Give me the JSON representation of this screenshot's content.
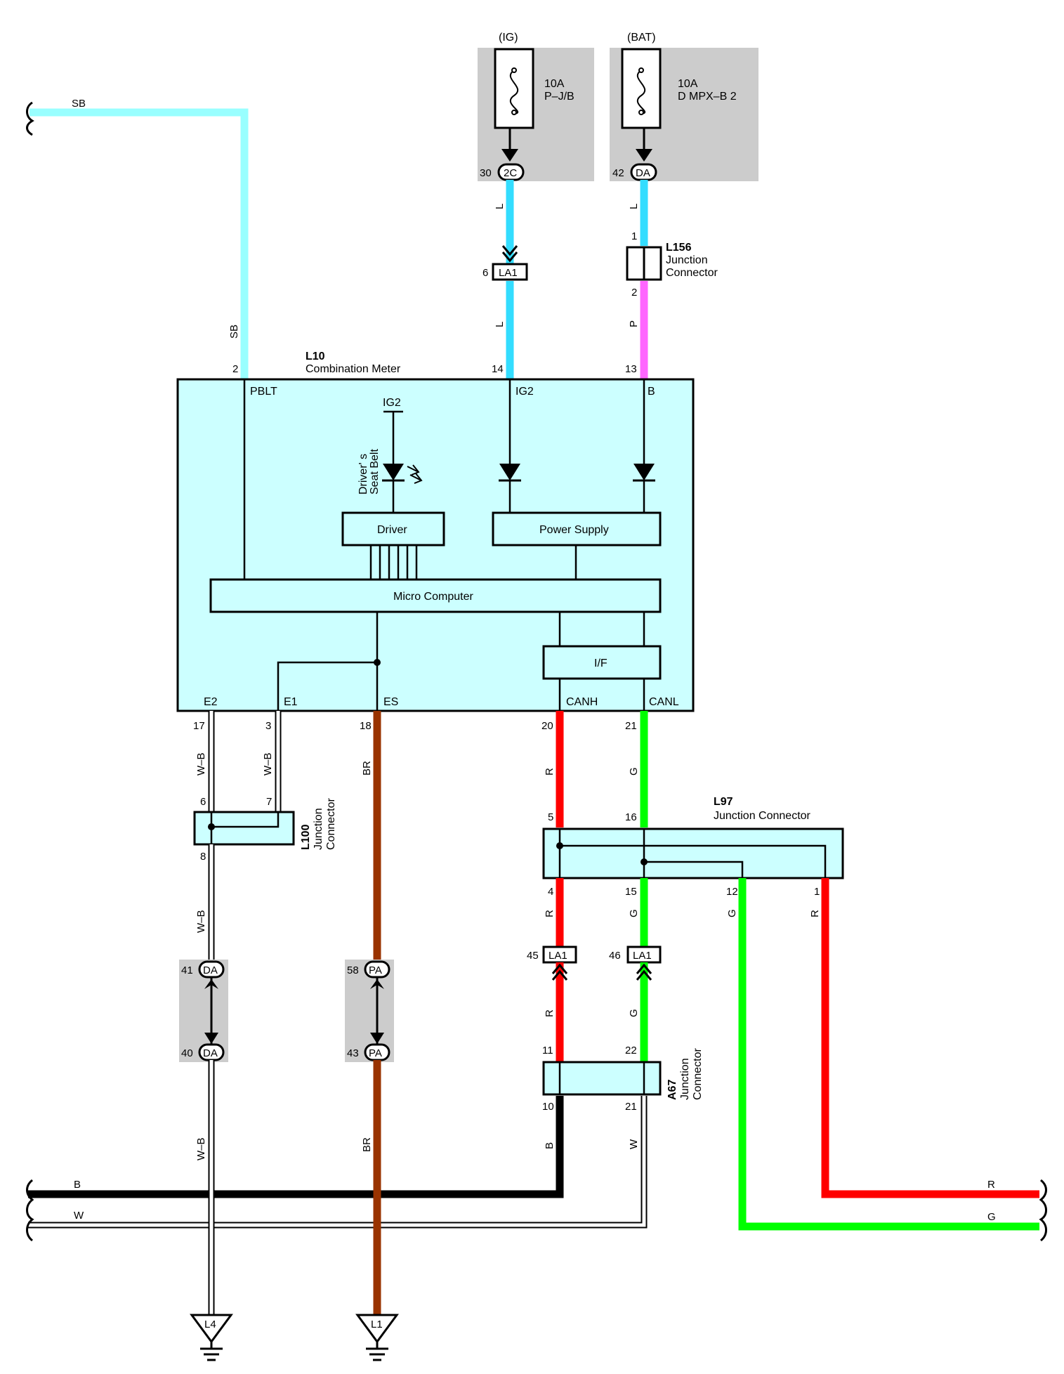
{
  "fuses": [
    {
      "supply": "(IG)",
      "rating": "10A",
      "name": "P–J/B",
      "pin": "30",
      "connector": "2C",
      "wire_color": "L"
    },
    {
      "supply": "(BAT)",
      "rating": "10A",
      "name": "D MPX–B 2",
      "pin": "42",
      "connector": "DA",
      "wire_color": "L"
    }
  ],
  "connector_la1_top": {
    "pin": "6",
    "label": "LA1",
    "wire_color": "L"
  },
  "junction_l156": {
    "id": "L156",
    "name_line1": "Junction",
    "name_line2": "Connector",
    "pin_in": "1",
    "pin_out": "2",
    "wire_color": "P"
  },
  "meter": {
    "id": "L10",
    "name": "Combination Meter",
    "terminals": {
      "pblt": "PBLT",
      "ig2": "IG2",
      "b": "B",
      "e2": "E2",
      "e1": "E1",
      "es": "ES",
      "canh": "CANH",
      "canl": "CANL"
    },
    "pins": {
      "pblt": "2",
      "ig2": "14",
      "b": "13",
      "e2": "17",
      "e1": "3",
      "es": "18",
      "canh": "20",
      "canl": "21"
    },
    "indicator_supply": "IG2",
    "indicator_label_1": "Driver' s",
    "indicator_label_2": "Seat Belt",
    "blocks": {
      "driver": "Driver",
      "power_supply": "Power Supply",
      "micro": "Micro Computer",
      "interface": "I/F"
    }
  },
  "wires": {
    "sb_top": "SB",
    "sb_vertical": "SB",
    "e2_color": "W–B",
    "e1_color": "W–B",
    "es_color": "BR",
    "canh_color": "R",
    "canl_color": "G",
    "l100_out_color": "W–B",
    "l97_4_color": "R",
    "l97_15_color": "G",
    "l97_12_color": "G",
    "l97_1_color": "R",
    "la1_45_out": "R",
    "la1_46_out": "G",
    "a67_10_color": "B",
    "a67_21_color": "W",
    "bottom_wb": "W–B",
    "bottom_br": "BR",
    "bus_b": "B",
    "bus_w": "W",
    "out_r": "R",
    "out_g": "G"
  },
  "junction_l100": {
    "id": "L100",
    "name_line1": "Junction",
    "name_line2": "Connector",
    "pin_6": "6",
    "pin_7": "7",
    "pin_8": "8"
  },
  "junction_l97": {
    "id": "L97",
    "name": "Junction Connector",
    "pin_5": "5",
    "pin_16": "16",
    "pin_4": "4",
    "pin_15": "15",
    "pin_12": "12",
    "pin_1": "1"
  },
  "connector_la1_low": [
    {
      "pin": "45",
      "label": "LA1"
    },
    {
      "pin": "46",
      "label": "LA1"
    }
  ],
  "connector_da": {
    "pin_top": "41",
    "pin_bottom": "40",
    "label": "DA"
  },
  "connector_pa": {
    "pin_top": "58",
    "pin_bottom": "43",
    "label": "PA"
  },
  "junction_a67": {
    "id": "A67",
    "name_line1": "Junction",
    "name_line2": "Connector",
    "pin_11": "11",
    "pin_22": "22",
    "pin_10": "10",
    "pin_21": "21"
  },
  "grounds": [
    {
      "label": "L4"
    },
    {
      "label": "L1"
    }
  ],
  "colors": {
    "sky_blue": "#99FFFF",
    "pink": "#FF66FF",
    "red": "#FF0000",
    "green": "#00FF00",
    "brown": "#993300",
    "black": "#000000",
    "panel": "#CCFFFF",
    "gray_box": "#CCCCCC"
  }
}
